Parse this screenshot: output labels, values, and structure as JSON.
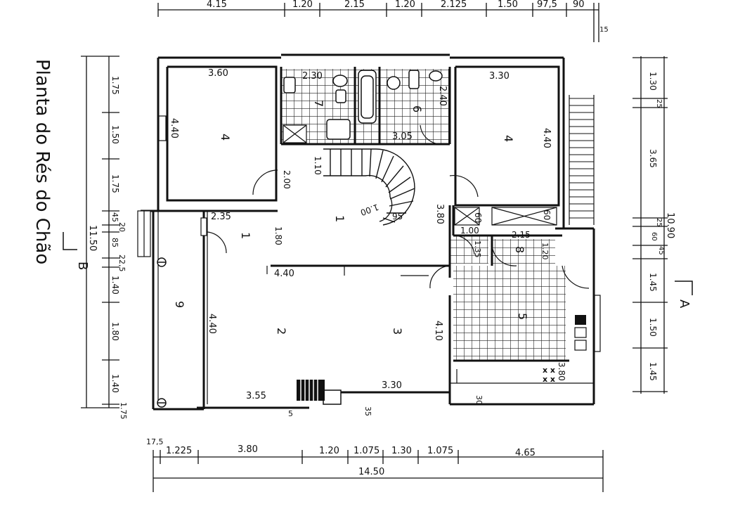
{
  "plan_title": "Planta do Rés do Chão",
  "section_marks": {
    "a": "A",
    "b": "B"
  },
  "top_dims": [
    "4.15",
    "1.20",
    "2.15",
    "1.20",
    "2.125",
    "1.50",
    "97,5",
    "90",
    "15"
  ],
  "bottom_dims": [
    "17,5",
    "1.225",
    "3.80",
    "1.20",
    "1.075",
    "1.30",
    "1.075",
    "4.65"
  ],
  "bottom_total": "14.50",
  "left_dims": [
    "1.75",
    "1.50",
    "1.75",
    "45",
    "20",
    "85",
    "22,5",
    "1.40",
    "1.80",
    "1.40",
    "1.75"
  ],
  "left_total": "11.50",
  "right_dims": [
    "1.30",
    "25",
    "3.65",
    "25",
    "60",
    "45",
    "1.45",
    "1.50",
    "1.45"
  ],
  "right_total": "10.90",
  "room_dims": [
    "3.60",
    "4.40",
    "2.30",
    "2.40",
    "3.05",
    "3.30",
    "4.40",
    "1.10",
    "2.00",
    "2.35",
    "1.80",
    "1.00",
    "95",
    "3.80",
    "60",
    "60",
    "1.00",
    "1.35",
    "2.15",
    "1.20",
    "4.40",
    "4.40",
    "4.10",
    "3.80",
    "3.55",
    "3.30",
    "35",
    "5",
    "30"
  ],
  "room_numbers": [
    "4",
    "4",
    "7",
    "6",
    "1",
    "1",
    "8",
    "2",
    "3",
    "5",
    "9"
  ]
}
